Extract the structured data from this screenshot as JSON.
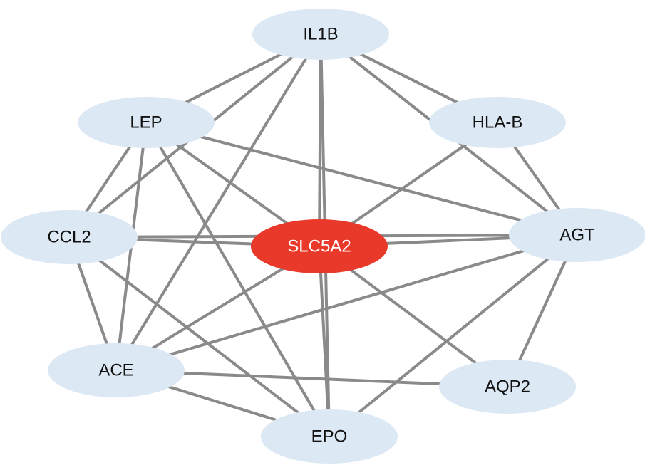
{
  "colors": {
    "node_fill": "#dce8f4",
    "hub_fill": "#e8392a",
    "edge": "#8a8a8a",
    "label": "#111111",
    "hub_label": "#ffffff"
  },
  "hub": "SLC5A2",
  "nodes": [
    {
      "id": "IL1B",
      "label": "IL1B"
    },
    {
      "id": "HLA-B",
      "label": "HLA-B"
    },
    {
      "id": "AGT",
      "label": "AGT"
    },
    {
      "id": "AQP2",
      "label": "AQP2"
    },
    {
      "id": "EPO",
      "label": "EPO"
    },
    {
      "id": "ACE",
      "label": "ACE"
    },
    {
      "id": "CCL2",
      "label": "CCL2"
    },
    {
      "id": "LEP",
      "label": "LEP"
    },
    {
      "id": "SLC5A2",
      "label": "SLC5A2"
    }
  ],
  "edges": [
    [
      "IL1B",
      "HLA-B"
    ],
    [
      "IL1B",
      "AGT"
    ],
    [
      "IL1B",
      "LEP"
    ],
    [
      "IL1B",
      "CCL2"
    ],
    [
      "IL1B",
      "ACE"
    ],
    [
      "IL1B",
      "SLC5A2"
    ],
    [
      "IL1B",
      "EPO"
    ],
    [
      "LEP",
      "SLC5A2"
    ],
    [
      "LEP",
      "AGT"
    ],
    [
      "LEP",
      "CCL2"
    ],
    [
      "LEP",
      "ACE"
    ],
    [
      "LEP",
      "EPO"
    ],
    [
      "HLA-B",
      "SLC5A2"
    ],
    [
      "HLA-B",
      "AGT"
    ],
    [
      "CCL2",
      "SLC5A2"
    ],
    [
      "CCL2",
      "AGT"
    ],
    [
      "CCL2",
      "ACE"
    ],
    [
      "CCL2",
      "EPO"
    ],
    [
      "AGT",
      "SLC5A2"
    ],
    [
      "AGT",
      "ACE"
    ],
    [
      "AGT",
      "AQP2"
    ],
    [
      "AGT",
      "EPO"
    ],
    [
      "ACE",
      "SLC5A2"
    ],
    [
      "ACE",
      "AQP2"
    ],
    [
      "ACE",
      "EPO"
    ],
    [
      "SLC5A2",
      "EPO"
    ],
    [
      "SLC5A2",
      "AQP2"
    ]
  ]
}
